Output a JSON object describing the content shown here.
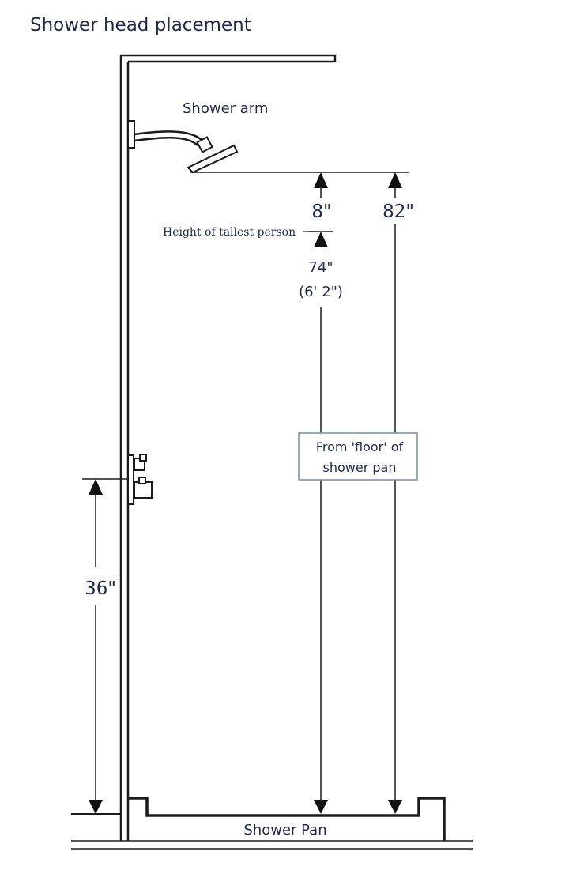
{
  "title": "Shower head placement",
  "labels": {
    "shower_arm": "Shower arm",
    "tallest_person": "Height of tallest person",
    "clearance": "8\"",
    "head_height": "82\"",
    "person_height": "74\"",
    "person_height_ft": "(6' 2\")",
    "floor_note_line1": "From 'floor' of",
    "floor_note_line2": "shower pan",
    "valve_height": "36\"",
    "shower_pan": "Shower Pan"
  },
  "colors": {
    "text": "#1e2a4a",
    "line": "#1b1b1b",
    "note_border": "#7a8aa6"
  }
}
